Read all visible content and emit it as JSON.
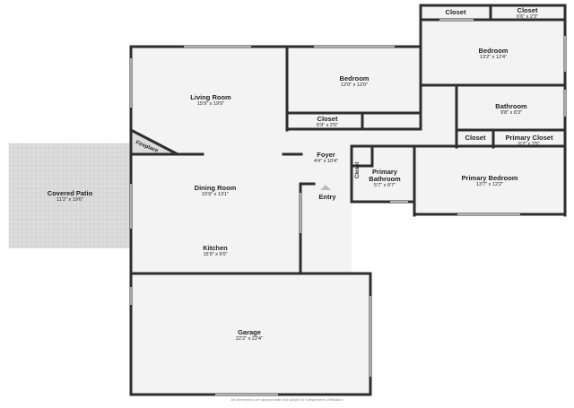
{
  "colors": {
    "wall": "#2e2e2e",
    "floor": "#f3f3f3",
    "patio": "#dedede",
    "patio_grid": "#c9c9c9",
    "window": "#ffffff",
    "text": "#222222"
  },
  "rooms": {
    "living_room": {
      "name": "Living Room",
      "dims": "15'9\" x 19'9\""
    },
    "bedroom_mid": {
      "name": "Bedroom",
      "dims": "12'0\" x 12'0\""
    },
    "closet_mid": {
      "name": "Closet",
      "dims": "6'9\" x 2'6\""
    },
    "bedroom_top": {
      "name": "Bedroom",
      "dims": "13'2\" x 12'4\""
    },
    "closet_top_left": {
      "name": "Closet",
      "dims": ""
    },
    "closet_top_right": {
      "name": "Closet",
      "dims": "6'6\" x 2'3\""
    },
    "bathroom": {
      "name": "Bathroom",
      "dims": "9'8\" x 8'3\""
    },
    "closet_small": {
      "name": "Closet",
      "dims": ""
    },
    "primary_closet": {
      "name": "Primary Closet",
      "dims": "6'2\" x 2'5\""
    },
    "foyer": {
      "name": "Foyer",
      "dims": "4'4\" x 10'4\""
    },
    "closet_vertical": {
      "name": "Closet",
      "dims": ""
    },
    "primary_bathroom": {
      "name": "Primary Bathroom",
      "dims": "5'7\" x 9'7\""
    },
    "primary_bedroom": {
      "name": "Primary Bedroom",
      "dims": "13'7\" x 12'2\""
    },
    "dining_room": {
      "name": "Dining Room",
      "dims": "15'9\" x 13'1\""
    },
    "kitchen": {
      "name": "Kitchen",
      "dims": "15'9\" x 9'0\""
    },
    "covered_patio": {
      "name": "Covered Patio",
      "dims": "11'2\" x 19'6\""
    },
    "garage": {
      "name": "Garage",
      "dims": "22'2\" x 22'4\""
    }
  },
  "labels": {
    "fireplace": "Fireplace",
    "entry": "Entry",
    "disclaimer": "All dimensions are approximate and subject to independent verification"
  }
}
